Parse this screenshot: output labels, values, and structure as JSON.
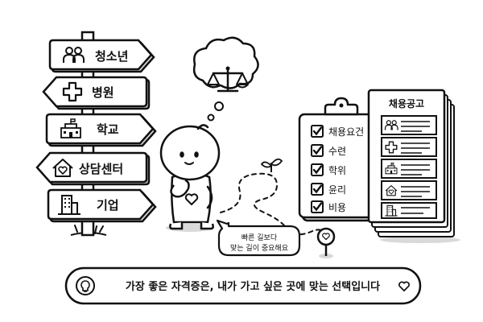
{
  "signpost": {
    "signs": [
      {
        "label": "청소년",
        "icon": "people-icon"
      },
      {
        "label": "병원",
        "icon": "medical-cross-icon"
      },
      {
        "label": "학교",
        "icon": "school-building-icon"
      },
      {
        "label": "상담센터",
        "icon": "heart-house-icon"
      },
      {
        "label": "기업",
        "icon": "office-building-icon"
      }
    ]
  },
  "thought_bubble": {
    "icon": "balance-scale-icon"
  },
  "character": {
    "icon": "heart-icon"
  },
  "speech_bubble": {
    "line1": "빠른 길보다",
    "line2": "맞는 길이 중요해요"
  },
  "clipboard": {
    "items": [
      "채용요건",
      "수련",
      "학위",
      "윤리",
      "비용"
    ]
  },
  "job_board": {
    "title": "채용공고",
    "rows": [
      {
        "icon": "people-icon"
      },
      {
        "icon": "medical-cross-icon"
      },
      {
        "icon": "school-building-icon"
      },
      {
        "icon": "heart-house-icon"
      },
      {
        "icon": "office-building-icon"
      }
    ]
  },
  "banner": {
    "text": "가장 좋은 자격증은, 내가 가고 싶은 곳에 맞는 선택입니다",
    "lead_icon": "lightbulb-icon",
    "trail_icon": "heart-icon"
  },
  "colors": {
    "ink": "#111111",
    "paper": "#ffffff",
    "shade": "#d9d9d9"
  }
}
